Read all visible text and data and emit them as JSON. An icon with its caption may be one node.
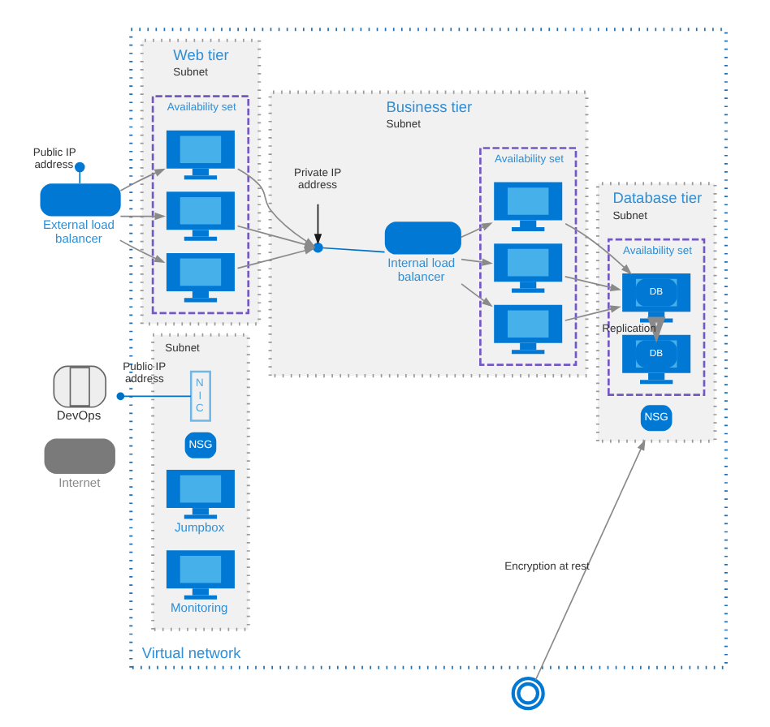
{
  "diagram": {
    "nodes": [
      {
        "text": [
          "Internet"
        ]
      },
      {
        "text": [],
        "shape": "circle",
        "beside": [
          "Public IP address"
        ]
      },
      {
        "text": [
          "External load balancer"
        ]
      },
      {
        "text": [
          "Virtual network"
        ]
      },
      {
        "text": [
          "Web tier",
          "Subnet"
        ],
        "in": 3
      },
      {
        "text": [
          "Availability set"
        ],
        "in": 4
      },
      {
        "text": [],
        "shape": "monitor",
        "in": 5
      },
      {
        "text": [],
        "shape": "monitor",
        "in": 5
      },
      {
        "text": [],
        "shape": "monitor",
        "in": 5
      },
      {
        "text": [
          "Business tier",
          "Subnet"
        ],
        "in": 3
      },
      {
        "text": [
          "Private IP address"
        ],
        "in": 9
      },
      {
        "text": [],
        "shape": "circle",
        "in": 9
      },
      {
        "text": [
          "Internal load balancer"
        ],
        "in": 9
      },
      {
        "text": [
          "Availability set"
        ],
        "in": 9
      },
      {
        "text": [],
        "shape": "monitor",
        "in": 13
      },
      {
        "text": [],
        "shape": "monitor",
        "in": 13
      },
      {
        "text": [],
        "shape": "monitor",
        "in": 13
      },
      {
        "text": [
          "Database tier",
          "Subnet"
        ],
        "in": 3
      },
      {
        "text": [
          "Availability set"
        ],
        "in": 17
      },
      {
        "text": [
          "DB"
        ],
        "in": 18
      },
      {
        "text": [
          "DB"
        ],
        "in": 18
      },
      {
        "text": [
          "NSG"
        ],
        "in": 17
      },
      {
        "text": [
          "DevOps"
        ]
      },
      {
        "text": [
          "Subnet"
        ],
        "in": 3
      },
      {
        "text": [
          "N I C"
        ],
        "in": 23
      },
      {
        "text": [
          "NSG"
        ],
        "in": 23
      },
      {
        "text": [
          "Jumpbox"
        ],
        "in": 23
      },
      {
        "text": [
          "Monitoring"
        ],
        "in": 23
      },
      {
        "text": [],
        "shape": "key"
      }
    ],
    "edges": [
      {
        "from": 1,
        "to": 2,
        "arrow": "none",
        "color": "#0072c6"
      },
      {
        "from": 2,
        "to": 6,
        "arrow": "to"
      },
      {
        "from": 2,
        "to": 7,
        "arrow": "to"
      },
      {
        "from": 2,
        "to": 8,
        "arrow": "to"
      },
      {
        "from": 6,
        "to": 11,
        "arrow": "to"
      },
      {
        "from": 7,
        "to": 11,
        "arrow": "to"
      },
      {
        "from": 8,
        "to": 11,
        "arrow": "to"
      },
      {
        "from": 10,
        "to": 11,
        "arrow": "to",
        "color": "#1a1a1a"
      },
      {
        "from": 11,
        "to": 12,
        "arrow": "none",
        "color": "#0072c6"
      },
      {
        "from": 12,
        "to": 14,
        "arrow": "to"
      },
      {
        "from": 12,
        "to": 15,
        "arrow": "to"
      },
      {
        "from": 12,
        "to": 16,
        "arrow": "to"
      },
      {
        "from": 14,
        "to": 19,
        "arrow": "to"
      },
      {
        "from": 15,
        "to": 19,
        "arrow": "to"
      },
      {
        "from": 16,
        "to": 19,
        "arrow": "to"
      },
      {
        "from": 19,
        "to": 20,
        "arrow": "to",
        "label": "Replication",
        "style": "thick"
      },
      {
        "from": 28,
        "to": 17,
        "arrow": "to",
        "label": "Encryption at rest"
      },
      {
        "from": 22,
        "to": 24,
        "arrow": "other",
        "label": "Public IP address",
        "color": "#0072c6"
      }
    ]
  }
}
